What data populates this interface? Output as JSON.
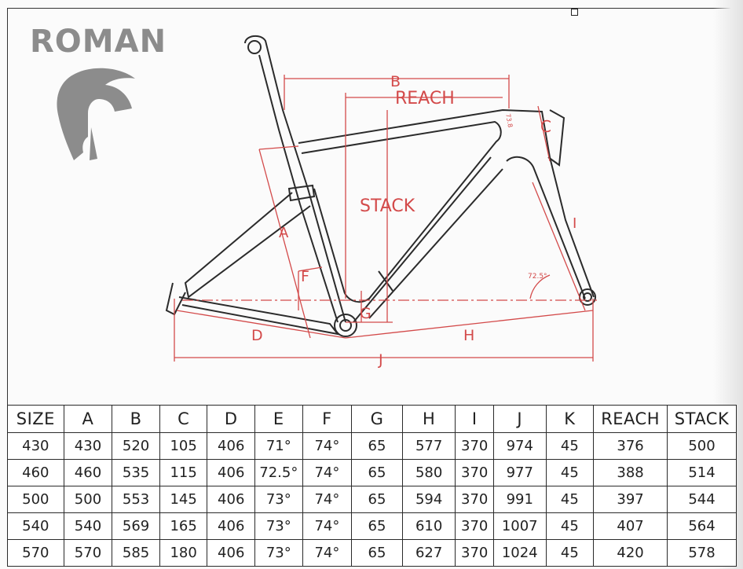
{
  "brand": {
    "name": "ROMAN"
  },
  "drawing": {
    "labels": {
      "B": "B",
      "REACH": "REACH",
      "STACK": "STACK",
      "C": "C",
      "A": "A",
      "F": "F",
      "I": "I",
      "G": "G",
      "D": "D",
      "H": "H",
      "J": "J",
      "angle": "72.5°",
      "small": "73.8"
    }
  },
  "table": {
    "headers": [
      "SIZE",
      "A",
      "B",
      "C",
      "D",
      "E",
      "F",
      "G",
      "H",
      "I",
      "J",
      "K",
      "REACH",
      "STACK"
    ],
    "rows": [
      [
        "430",
        "430",
        "520",
        "105",
        "406",
        "71°",
        "74°",
        "65",
        "577",
        "370",
        "974",
        "45",
        "376",
        "500"
      ],
      [
        "460",
        "460",
        "535",
        "115",
        "406",
        "72.5°",
        "74°",
        "65",
        "580",
        "370",
        "977",
        "45",
        "388",
        "514"
      ],
      [
        "500",
        "500",
        "553",
        "145",
        "406",
        "73°",
        "74°",
        "65",
        "594",
        "370",
        "991",
        "45",
        "397",
        "544"
      ],
      [
        "540",
        "540",
        "569",
        "165",
        "406",
        "73°",
        "74°",
        "65",
        "610",
        "370",
        "1007",
        "45",
        "407",
        "564"
      ],
      [
        "570",
        "570",
        "585",
        "180",
        "406",
        "73°",
        "74°",
        "65",
        "627",
        "370",
        "1024",
        "45",
        "420",
        "578"
      ]
    ]
  },
  "colors": {
    "dimension": "#d34a4a",
    "frame": "#2b2b2b",
    "brand": "#8c8c8c"
  }
}
